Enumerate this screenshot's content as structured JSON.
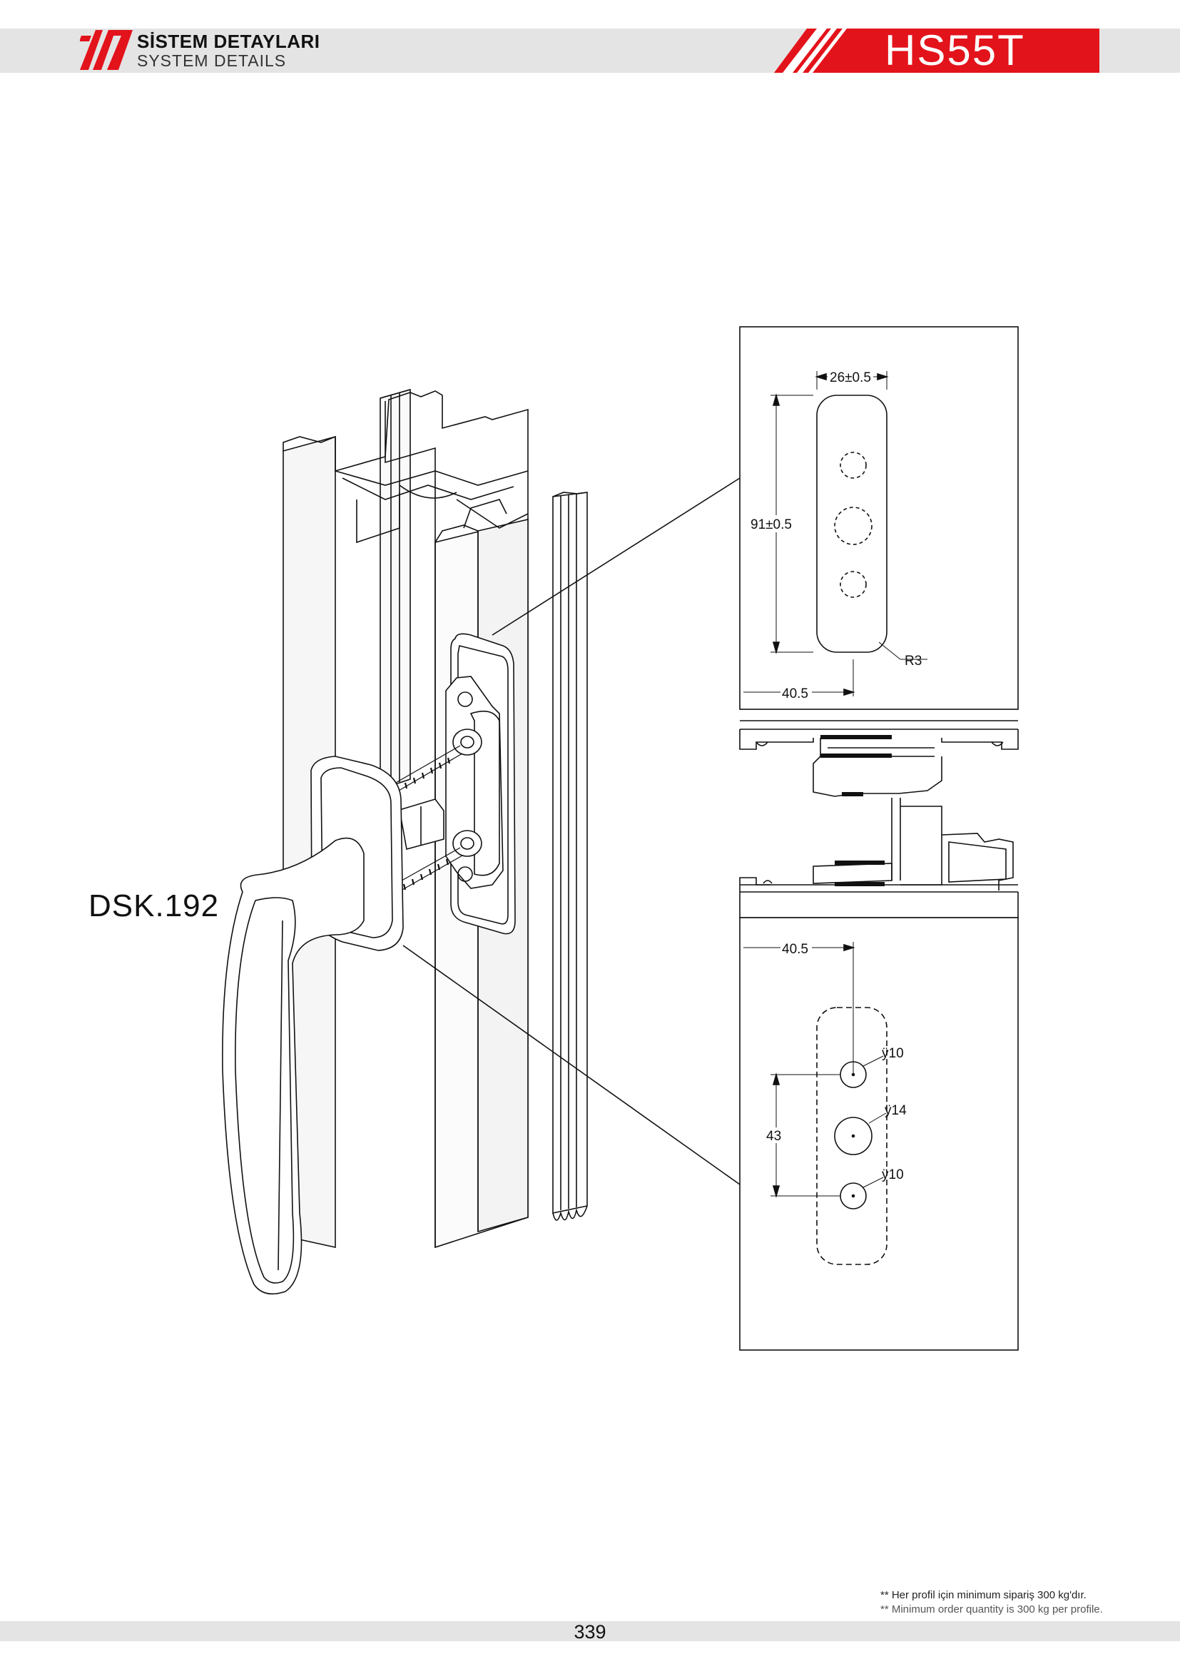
{
  "header": {
    "title_tr": "SİSTEM DETAYLARI",
    "title_en": "SYSTEM DETAILS",
    "model": "HS55T",
    "logo_icon": "company-logo-icon",
    "accent_color": "#e3131b",
    "bar_color": "#e4e4e4"
  },
  "product": {
    "code": "DSK.192"
  },
  "top_detail": {
    "width_dim": "26±0.5",
    "height_dim": "91±0.5",
    "radius": "R3",
    "offset": "40.5"
  },
  "bottom_detail": {
    "offset": "40.5",
    "hole_top": "ÿ10",
    "hole_mid": "ÿ14",
    "hole_bottom": "ÿ10",
    "spacing": "43"
  },
  "footer": {
    "note_tr": "** Her profil için minimum sipariş 300 kg'dır.",
    "note_en": "** Minimum order quantity is 300 kg per profile.",
    "page_number": "339"
  }
}
